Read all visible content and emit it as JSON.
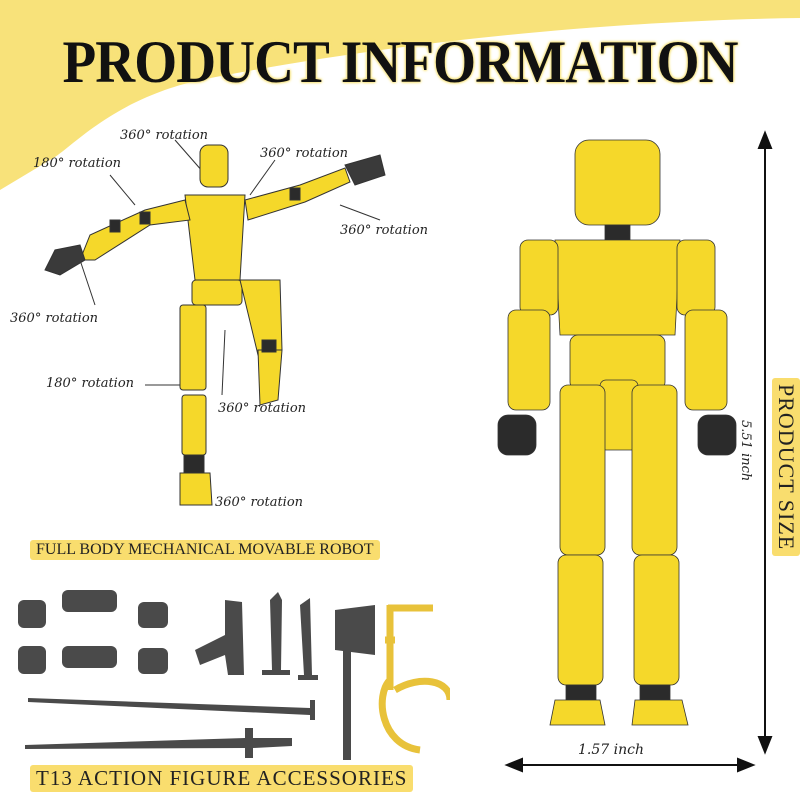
{
  "title": "PRODUCT INFORMATION",
  "rotation_labels": [
    "360° rotation",
    "360° rotation",
    "180° rotation",
    "360° rotation",
    "360° rotation",
    "180° rotation",
    "360° rotation",
    "360° rotation"
  ],
  "banners": {
    "body": "FULL BODY MECHANICAL MOVABLE ROBOT",
    "accessories": "T13 ACTION FIGURE ACCESSORIES",
    "size": "PRODUCT SIZE"
  },
  "dimensions": {
    "height": "5.51 inch",
    "width": "1.57 inch"
  },
  "colors": {
    "figure_yellow": "#f5d82a",
    "banner_yellow": "#f9dd6e",
    "joint_dark": "#2b2b2b",
    "accessory_gray": "#4a4a4a",
    "stand_yellow": "#e8c23a"
  }
}
